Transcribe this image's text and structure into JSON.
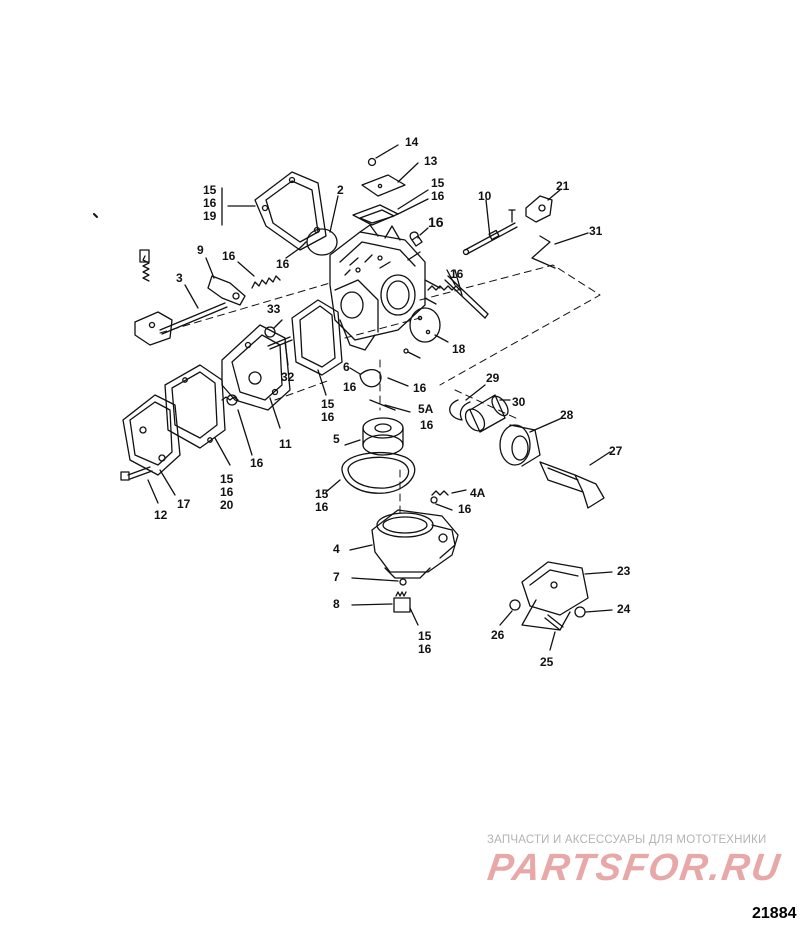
{
  "figure_number": "21884",
  "watermark": {
    "tagline": "ЗАПЧАСТИ И АКСЕССУАРЫ ДЛЯ МОТОТЕХНИКИ",
    "logo": "PARTSFOR.RU"
  },
  "callouts": [
    {
      "id": "c14",
      "text": "14"
    },
    {
      "id": "c13",
      "text": "13"
    },
    {
      "id": "c2",
      "text": "2"
    },
    {
      "id": "c10",
      "text": "10"
    },
    {
      "id": "c21",
      "text": "21"
    },
    {
      "id": "c31",
      "text": "31"
    },
    {
      "id": "c16a",
      "text": "16"
    },
    {
      "id": "c16b",
      "text": "16"
    },
    {
      "id": "c16c",
      "text": "16"
    },
    {
      "id": "c16d",
      "text": "16"
    },
    {
      "id": "c9",
      "text": "9"
    },
    {
      "id": "c3",
      "text": "3"
    },
    {
      "id": "c33",
      "text": "33"
    },
    {
      "id": "c32",
      "text": "32"
    },
    {
      "id": "c18",
      "text": "18"
    },
    {
      "id": "c6",
      "text": "6"
    },
    {
      "id": "c16e",
      "text": "16"
    },
    {
      "id": "c16f",
      "text": "16"
    },
    {
      "id": "c29",
      "text": "29"
    },
    {
      "id": "c30",
      "text": "30"
    },
    {
      "id": "c28",
      "text": "28"
    },
    {
      "id": "c27",
      "text": "27"
    },
    {
      "id": "c11",
      "text": "11"
    },
    {
      "id": "c16g",
      "text": "16"
    },
    {
      "id": "c5",
      "text": "5"
    },
    {
      "id": "c5a",
      "text": "5A"
    },
    {
      "id": "c16h",
      "text": "16"
    },
    {
      "id": "c4a",
      "text": "4A"
    },
    {
      "id": "c16i",
      "text": "16"
    },
    {
      "id": "c12",
      "text": "12"
    },
    {
      "id": "c17",
      "text": "17"
    },
    {
      "id": "c4",
      "text": "4"
    },
    {
      "id": "c7",
      "text": "7"
    },
    {
      "id": "c8",
      "text": "8"
    },
    {
      "id": "c23",
      "text": "23"
    },
    {
      "id": "c24",
      "text": "24"
    },
    {
      "id": "c26",
      "text": "26"
    },
    {
      "id": "c25",
      "text": "25"
    }
  ],
  "stacks": [
    {
      "id": "s1",
      "lines": [
        "15",
        "16",
        "19"
      ]
    },
    {
      "id": "s2",
      "lines": [
        "15",
        "16"
      ]
    },
    {
      "id": "s3",
      "lines": [
        "15",
        "16"
      ]
    },
    {
      "id": "s4",
      "lines": [
        "15",
        "16",
        "20"
      ]
    },
    {
      "id": "s5",
      "lines": [
        "15",
        "16"
      ]
    },
    {
      "id": "s6",
      "lines": [
        "15",
        "16"
      ]
    }
  ]
}
